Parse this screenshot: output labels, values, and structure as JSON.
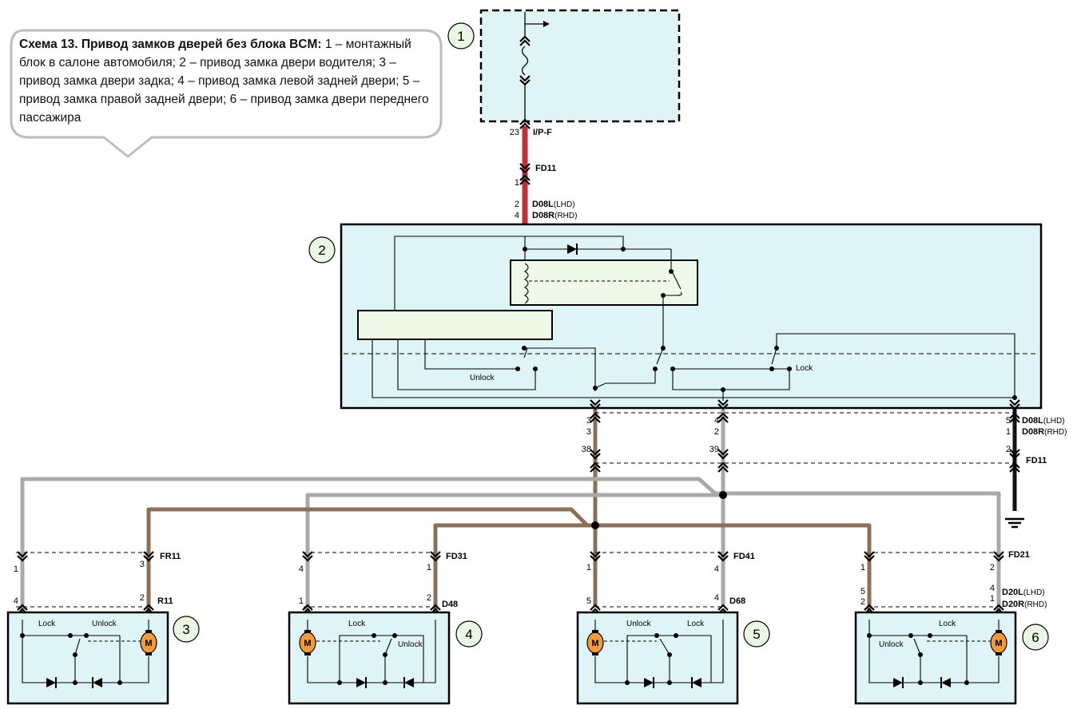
{
  "callout": {
    "title": "Схема 13. Привод замков дверей без блока BCM:",
    "body": " 1 – монтажный блок в салоне автомобиля; 2 – привод замка двери водителя; 3 – привод замка двери задка; 4 – привод замка левой задней двери; 5 – привод замка правой задней двери; 6 – привод замка двери переднего пассажира"
  },
  "components": {
    "c1": "1",
    "c2": "2",
    "c3": "3",
    "c4": "4",
    "c5": "5",
    "c6": "6"
  },
  "connectors": {
    "ipf_pin": "23",
    "ipf": "I/P-F",
    "fd11": "FD11",
    "fd11_pin": "1",
    "d08l": "D08L",
    "d08r": "D08R",
    "lhd": "(LHD)",
    "rhd": "(RHD)",
    "d08_top_pin_l": "2",
    "d08_top_pin_r": "4",
    "pin3a": "3",
    "pin3b": "3",
    "pin4a": "4",
    "pin2a": "2",
    "pin5": "5",
    "pin1": "1",
    "pin38": "38",
    "pin39": "39",
    "pin2g": "2",
    "fd11_b": "FD11",
    "fr11": "FR11",
    "r11": "R11",
    "fd31": "FD31",
    "d48": "D48",
    "fd41": "FD41",
    "d68": "D68",
    "fd21": "FD21",
    "d20l": "D20L",
    "d20r": "D20R",
    "fr11_l": "1",
    "fr11_r": "3",
    "r11_l": "4",
    "r11_r": "2",
    "fd31_l": "4",
    "fd31_r": "1",
    "d48_l": "1",
    "d48_r": "2",
    "fd41_l": "1",
    "fd41_r": "4",
    "d68_l": "5",
    "d68_r": "4",
    "fd21_l": "1",
    "fd21_r": "2",
    "d20_l1": "5",
    "d20_l2": "2",
    "d20_r1": "4",
    "d20_r2": "1"
  },
  "switch_labels": {
    "unlock": "Unlock",
    "lock": "Lock",
    "motor": "M"
  },
  "colors": {
    "panel": "#dff4f6",
    "relay": "#eef9e8",
    "wire_red": "#c0303a",
    "wire_brown": "#9a7a62",
    "wire_grey": "#a9a9a9",
    "motor": "#f29a3c",
    "badge": "#eaf7e4"
  }
}
